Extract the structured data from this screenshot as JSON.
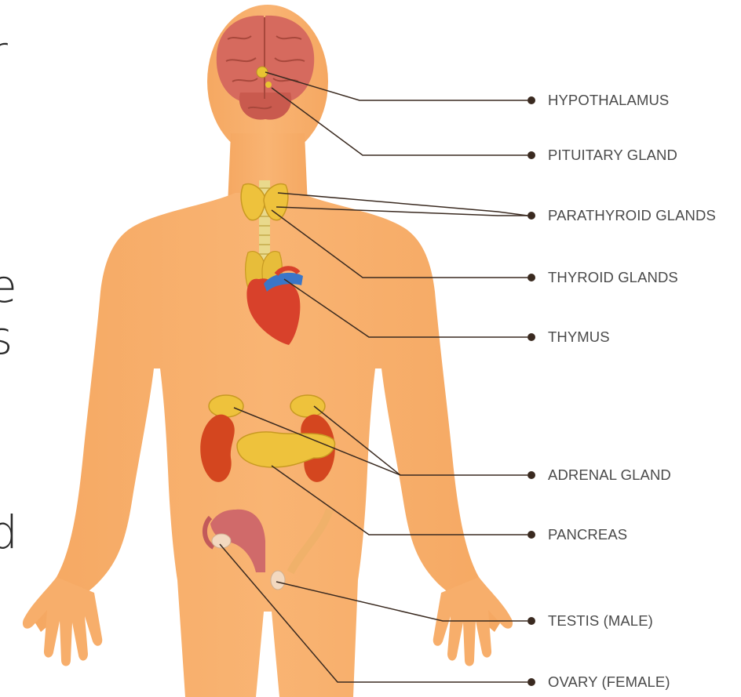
{
  "diagram": {
    "labels": {
      "hypothalamus": "HYPOTHALAMUS",
      "pituitary": "PITUITARY GLAND",
      "parathyroid": "PARATHYROID GLANDS",
      "thyroid": "THYROID GLANDS",
      "thymus": "THYMUS",
      "adrenal": "ADRENAL GLAND",
      "pancreas": "PANCREAS",
      "testis": "TESTIS (MALE)",
      "ovary": "OVARY (FEMALE)"
    },
    "edge_text": [
      "r",
      "e",
      "s",
      "d"
    ]
  },
  "colors": {
    "skin": "#f7ae6b",
    "brain": "#d8685c",
    "gland": "#f0c43c",
    "heart": "#d9412a",
    "kidney": "#d4461f",
    "vessel": "#3a76c8",
    "leader": "#3a2a20",
    "text": "#4a4a4a"
  }
}
